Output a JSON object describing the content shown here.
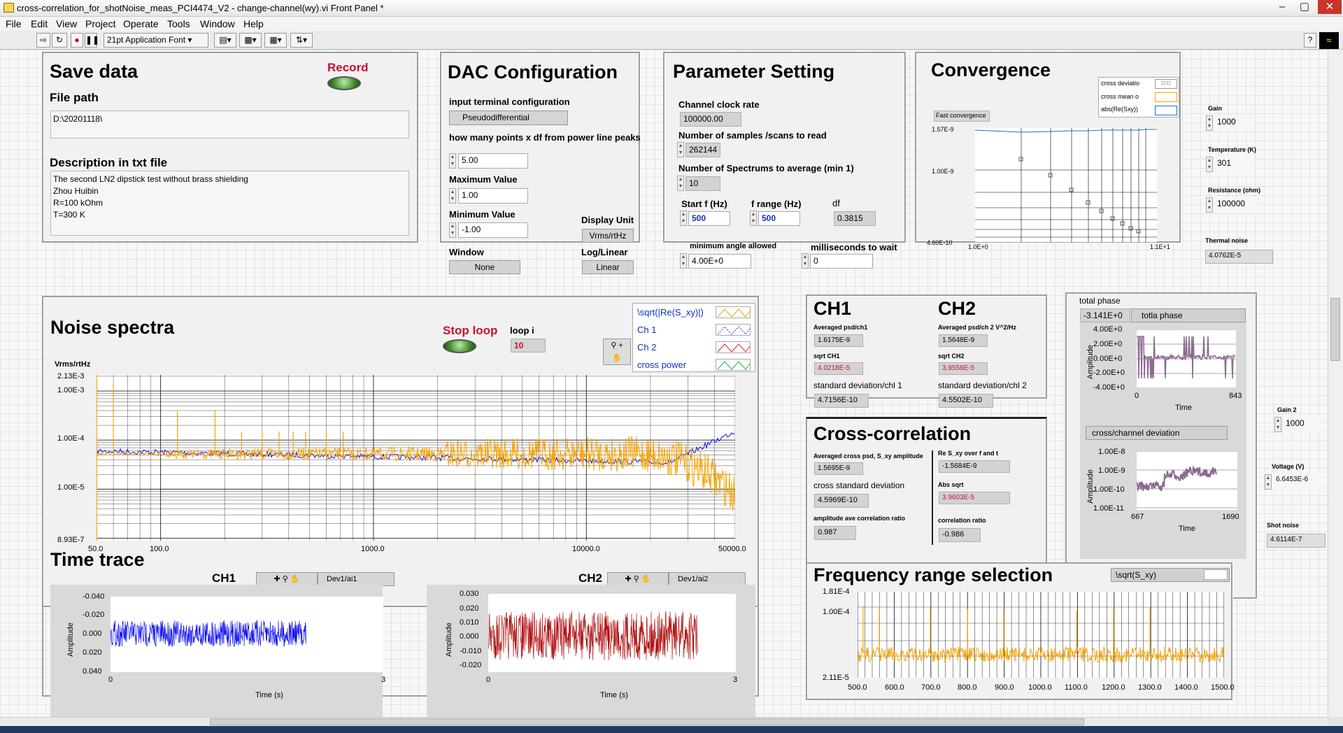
{
  "window": {
    "title": "cross-correlation_for_shotNoise_meas_PCI4474_V2 - change-channel(wy).vi Front Panel *"
  },
  "menu": [
    "File",
    "Edit",
    "View",
    "Project",
    "Operate",
    "Tools",
    "Window",
    "Help"
  ],
  "toolbar": {
    "font": "21pt Application Font"
  },
  "save": {
    "title": "Save data",
    "record": "Record",
    "file_path_label": "File path",
    "file_path": "D:\\20201118\\",
    "desc_label": "Description in txt file",
    "desc": "The second LN2 dipstick test without brass shielding\nZhou Huibin\nR=100 kOhm\nT=300 K"
  },
  "dac": {
    "title": "DAC Configuration",
    "term_label": "input terminal configuration",
    "term": "Pseudodifferential",
    "points_label": "how many points x df from power line peaks",
    "points": "5.00",
    "max_label": "Maximum Value",
    "max": "1.00",
    "min_label": "Minimum Value",
    "min": "-1.00",
    "unit_label": "Display Unit",
    "unit": "Vrms/rtHz",
    "window_label": "Window",
    "window": "None",
    "loglin_label": "Log/Linear",
    "loglin": "Linear"
  },
  "param": {
    "title": "Parameter Setting",
    "clock_label": "Channel clock rate",
    "clock": "100000.00",
    "samples_label": "Number of samples /scans to read",
    "samples": "262144",
    "spectrums_label": "Number of Spectrums to average (min 1)",
    "spectrums": "10",
    "startf_label": "Start f (Hz)",
    "startf": "500",
    "frange_label": "f range (Hz)",
    "frange": "500",
    "df_label": "df",
    "df": "0.3815",
    "angle_label": "minimum angle allowed",
    "angle": "4.00E+0",
    "ms_label": "milliseconds to wait",
    "ms": "0"
  },
  "conv": {
    "title": "Convergence",
    "fast": "Fast convergence",
    "legend": [
      "cross deviatio",
      "cross mean o",
      "abs(Re(Sxy))"
    ],
    "y_ticks": [
      "1.57E-9",
      "1.00E-9",
      "4.60E-10"
    ],
    "x_ticks": [
      "1.0E+0",
      "1.1E+1"
    ]
  },
  "side": {
    "gain_label": "Gain",
    "gain": "1000",
    "temp_label": "Temperature (K)",
    "temp": "301",
    "res_label": "Resistance (ohm)",
    "res": "100000",
    "thermal_label": "Thermal noise",
    "thermal": "4.0762E-5",
    "gain2_label": "Gain 2",
    "gain2": "1000",
    "volt_label": "Voltage (V)",
    "volt": "6.6453E-6",
    "shot_label": "Shot noise",
    "shot": "4.6114E-7"
  },
  "noise": {
    "title": "Noise spectra",
    "stop": "Stop loop",
    "loop_label": "loop i",
    "loop": "10",
    "ylabel": "Vrms/rtHz",
    "legend": [
      "\\sqrt(|Re(S_xy)|)",
      "Ch 1",
      "Ch 2",
      "cross power"
    ],
    "y_ticks": [
      "2.13E-3",
      "1.00E-3",
      "1.00E-4",
      "1.00E-5",
      "8.93E-7"
    ],
    "x_ticks": [
      "50.0",
      "100.0",
      "1000.0",
      "10000.0",
      "50000.0"
    ]
  },
  "ch": {
    "ch1_title": "CH1",
    "ch2_title": "CH2",
    "psd1_label": "Averaged psd/ch1",
    "psd1": "1.6175E-9",
    "sqrt1_label": "sqrt CH1",
    "sqrt1": "4.0218E-5",
    "sd1_label": "standard deviation/chl 1",
    "sd1": "4.7156E-10",
    "psd2_label": "Averaged psd/ch 2 V^2/Hz",
    "psd2": "1.5648E-9",
    "sqrt2_label": "sqrt CH2",
    "sqrt2": "3.9558E-5",
    "sd2_label": "standard deviation/chl 2",
    "sd2": "4.5502E-10"
  },
  "cross": {
    "title": "Cross-correlation",
    "amp_label": "Averaged cross psd, S_xy amplitude",
    "amp": "1.5695E-9",
    "re_label": "Re S_xy over f and t",
    "re": "-1.5684E-9",
    "csd_label": "cross standard deviation",
    "csd": "4.5969E-10",
    "abs_label": "Abs sqrt",
    "abs": "3.9603E-5",
    "ratio_label": "amplitude ave correlation ratio",
    "ratio": "0.987",
    "cratio_label": "correlation ratio",
    "cratio": "-0.986"
  },
  "phase": {
    "label": "total phase",
    "value": "-3.141E+0",
    "legend": "totla phase",
    "ylabel": "Amplitude",
    "y_ticks": [
      "4.00E+0",
      "2.00E+0",
      "0.00E+0",
      "-2.00E+0",
      "-4.00E+0"
    ],
    "x_ticks": [
      "0",
      "843"
    ],
    "xlabel": "Time"
  },
  "dev": {
    "legend": "cross/channel deviation",
    "ylabel": "Amplitude",
    "y_ticks": [
      "1.00E-8",
      "1.00E-9",
      "1.00E-10",
      "1.00E-11"
    ],
    "x_ticks": [
      "667",
      "1690"
    ],
    "xlabel": "Time"
  },
  "trace": {
    "title": "Time trace",
    "ch1": "CH1",
    "ch2": "CH2",
    "dev1": "Dev1/ai1",
    "dev2": "Dev1/ai2",
    "ylabel": "Amplitude",
    "xlabel": "Time (s)",
    "y1_ticks": [
      "-0.040",
      "-0.020",
      "0.000",
      "0.020",
      "0.040"
    ],
    "y2_ticks": [
      "0.030",
      "0.020",
      "0.010",
      "0.000",
      "-0.010",
      "-0.020"
    ],
    "x_ticks": [
      "0",
      "3"
    ]
  },
  "freq": {
    "title": "Frequency range selection",
    "legend": "\\sqrt(S_xy)",
    "y_ticks": [
      "1.81E-4",
      "1.00E-4",
      "2.11E-5"
    ],
    "x_ticks": [
      "500.0",
      "600.0",
      "700.0",
      "800.0",
      "900.0",
      "1000.0",
      "1100.0",
      "1200.0",
      "1300.0",
      "1400.0",
      "1500.0"
    ]
  },
  "colors": {
    "orange": "#f5a300",
    "blue": "#1010e0",
    "red": "#b01010",
    "purple": "#8a6a8e"
  }
}
